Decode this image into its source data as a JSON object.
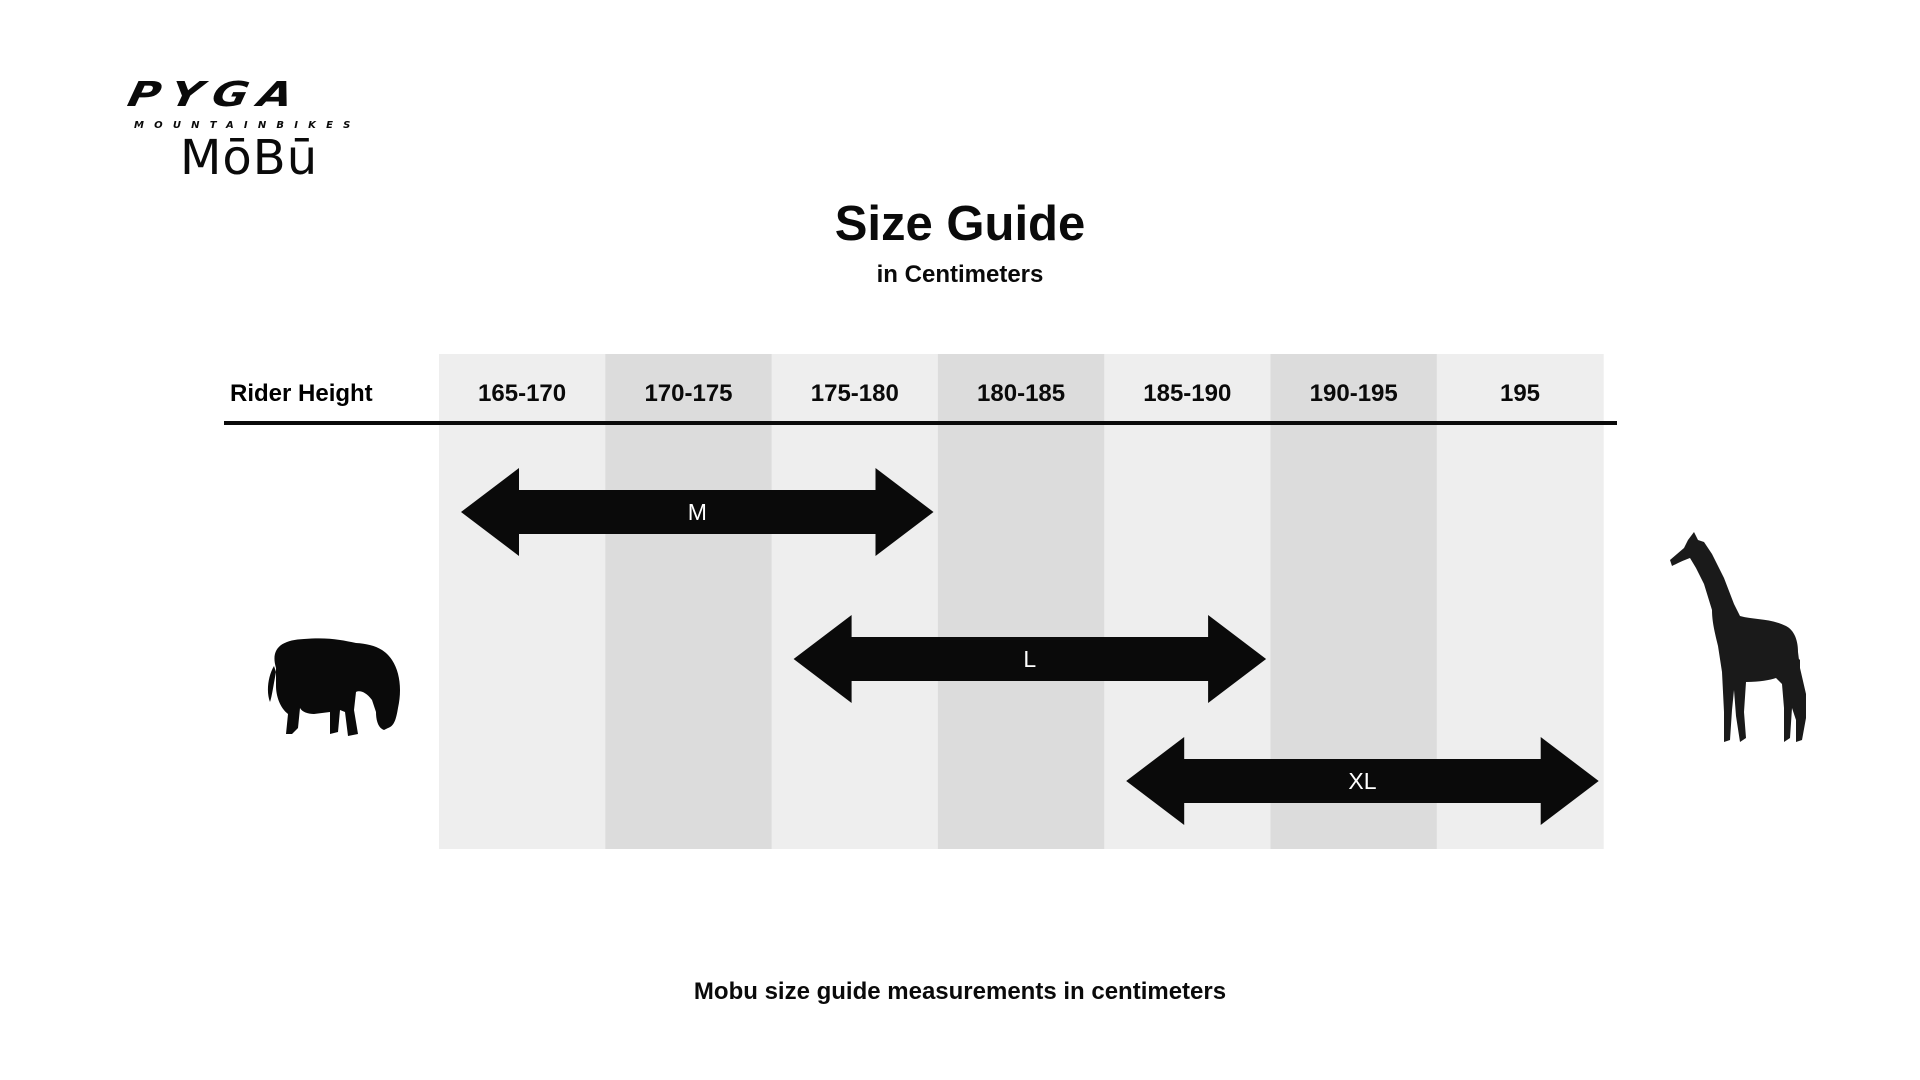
{
  "logo": {
    "brand": "PYGA",
    "tagline": "MOUNTAINBIKES",
    "product": "MōBū"
  },
  "header": {
    "title": "Size Guide",
    "subtitle": "in Centimeters"
  },
  "footer": {
    "caption": "Mobu size guide measurements in centimeters"
  },
  "icons": {
    "left": "pony-icon",
    "right": "giraffe-icon"
  },
  "colors": {
    "band_light": "#eeeeee",
    "band_dark": "#dcdcdc",
    "arrow": "#0a0a0a",
    "arrow_label": "#ffffff",
    "text": "#0a0a0a"
  },
  "chart_data": {
    "type": "table",
    "row_header": "Rider Height",
    "columns": [
      "165-170",
      "170-175",
      "175-180",
      "180-185",
      "185-190",
      "190-195",
      "195"
    ],
    "sizes": [
      {
        "label": "M",
        "from_column": 0,
        "to_column": 2
      },
      {
        "label": "L",
        "from_column": 2,
        "to_column": 4
      },
      {
        "label": "XL",
        "from_column": 4,
        "to_column": 6
      }
    ]
  }
}
